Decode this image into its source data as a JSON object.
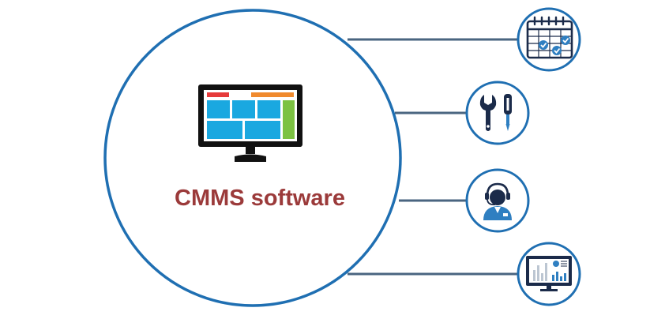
{
  "central": {
    "label": "CMMS software"
  },
  "satellites": [
    {
      "name": "calendar-schedule",
      "icon": "calendar-check-icon"
    },
    {
      "name": "maintenance-tools",
      "icon": "wrench-screwdriver-icon"
    },
    {
      "name": "support-agent",
      "icon": "headset-agent-icon"
    },
    {
      "name": "analytics-dashboard",
      "icon": "dashboard-monitor-icon"
    }
  ],
  "colors": {
    "circle_stroke": "#1f6fb2",
    "connector": "#4a6580",
    "icon_navy": "#1b2b4a",
    "icon_blue": "#2f7fc1",
    "label": "#9b3a3a",
    "monitor_frame": "#111111",
    "screen_blue": "#1aa8e0",
    "bar_red": "#e63b3b",
    "bar_orange": "#f08a2e",
    "panel_green": "#7cc242"
  }
}
